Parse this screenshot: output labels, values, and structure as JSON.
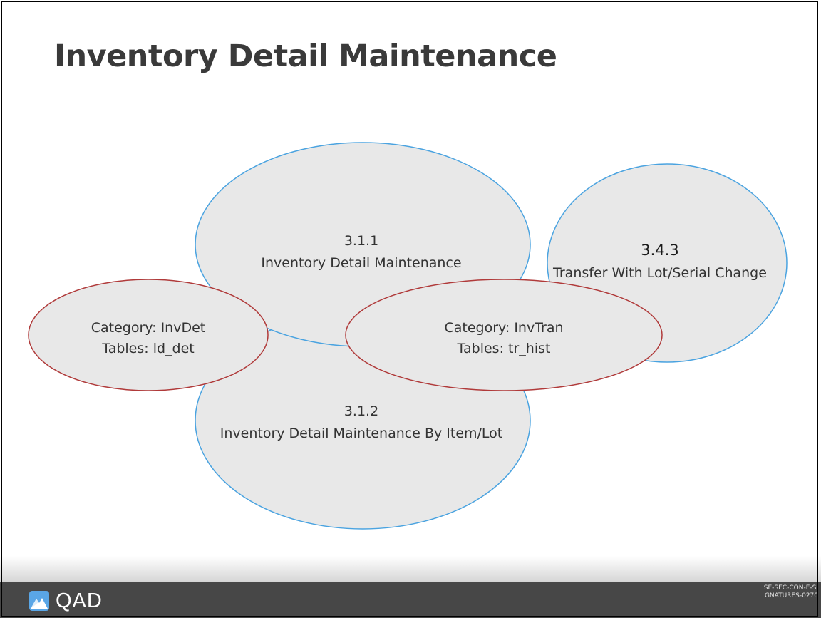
{
  "slide": {
    "title": "Inventory Detail Maintenance"
  },
  "diagram": {
    "programs": [
      {
        "number": "3.1.1",
        "name": "Inventory Detail Maintenance"
      },
      {
        "number": "3.1.2",
        "name": "Inventory Detail Maintenance By Item/Lot"
      },
      {
        "number": "3.4.3",
        "name": "Transfer With Lot/Serial Change"
      }
    ],
    "categories": [
      {
        "category": "Category: InvDet",
        "tables": "Tables: ld_det"
      },
      {
        "category": "Category: InvTran",
        "tables": "Tables: tr_hist"
      }
    ],
    "colors": {
      "program_outline": "#4aa3e0",
      "category_outline": "#b03a3a",
      "fill": "#e8e8e8"
    }
  },
  "footer": {
    "logo_text": "QAD",
    "logo_icon": "qad-logo-icon",
    "slide_code": "SE-SEC-CON-E-SIGNATURES-0270"
  }
}
